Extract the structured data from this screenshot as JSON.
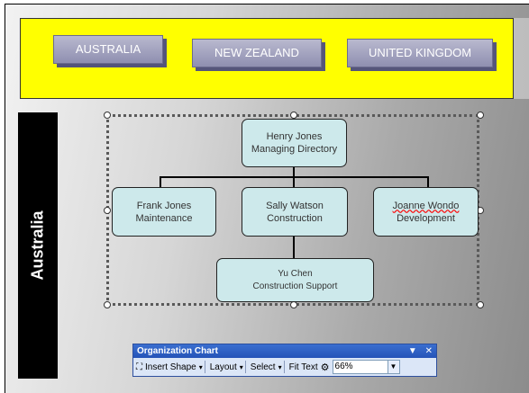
{
  "tabs": [
    "AUSTRALIA",
    "NEW ZEALAND",
    "UNITED KINGDOM"
  ],
  "side_label": "Australia",
  "org": {
    "top": {
      "name": "Henry Jones",
      "role": "Managing Directory"
    },
    "left": {
      "name": "Frank Jones",
      "role": "Maintenance"
    },
    "center": {
      "name": "Sally Watson",
      "role": "Construction"
    },
    "right": {
      "name": "Joanne Wondo",
      "role": "Development"
    },
    "bottom": {
      "name": "Yu Chen",
      "role": "Construction Support"
    }
  },
  "toolbar": {
    "title": "Organization Chart",
    "insert_shape": "Insert Shape",
    "layout": "Layout",
    "select": "Select",
    "fit_text": "Fit Text",
    "zoom": "66%",
    "pin": "▼",
    "close": "✕"
  },
  "colors": {
    "banner": "#ffff00",
    "box_fill": "#cde9eb",
    "tab_fill": "#9f9fbf",
    "toolbar_title": "#2a5bc4"
  }
}
